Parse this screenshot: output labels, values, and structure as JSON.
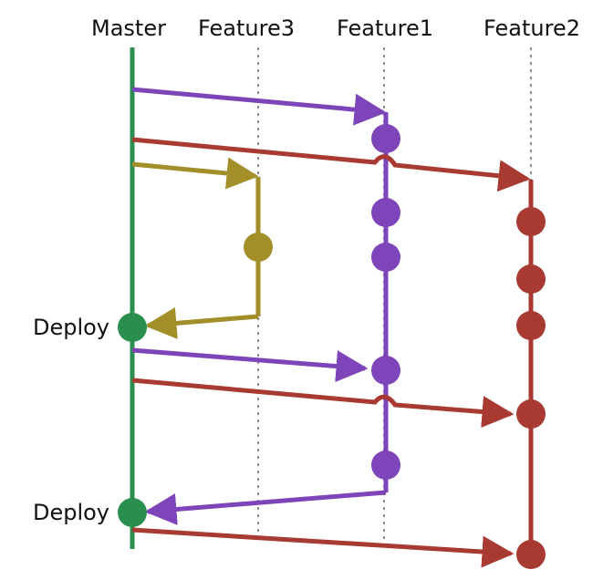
{
  "branches": [
    {
      "id": "master",
      "label": "Master",
      "color": "#2a8f4e"
    },
    {
      "id": "feature3",
      "label": "Feature3",
      "color": "#a28f2a"
    },
    {
      "id": "feature1",
      "label": "Feature1",
      "color": "#7d45b9"
    },
    {
      "id": "feature2",
      "label": "Feature2",
      "color": "#a83a32"
    }
  ],
  "deploy_labels": [
    "Deploy",
    "Deploy"
  ],
  "guide_color": "#8c8c8c"
}
